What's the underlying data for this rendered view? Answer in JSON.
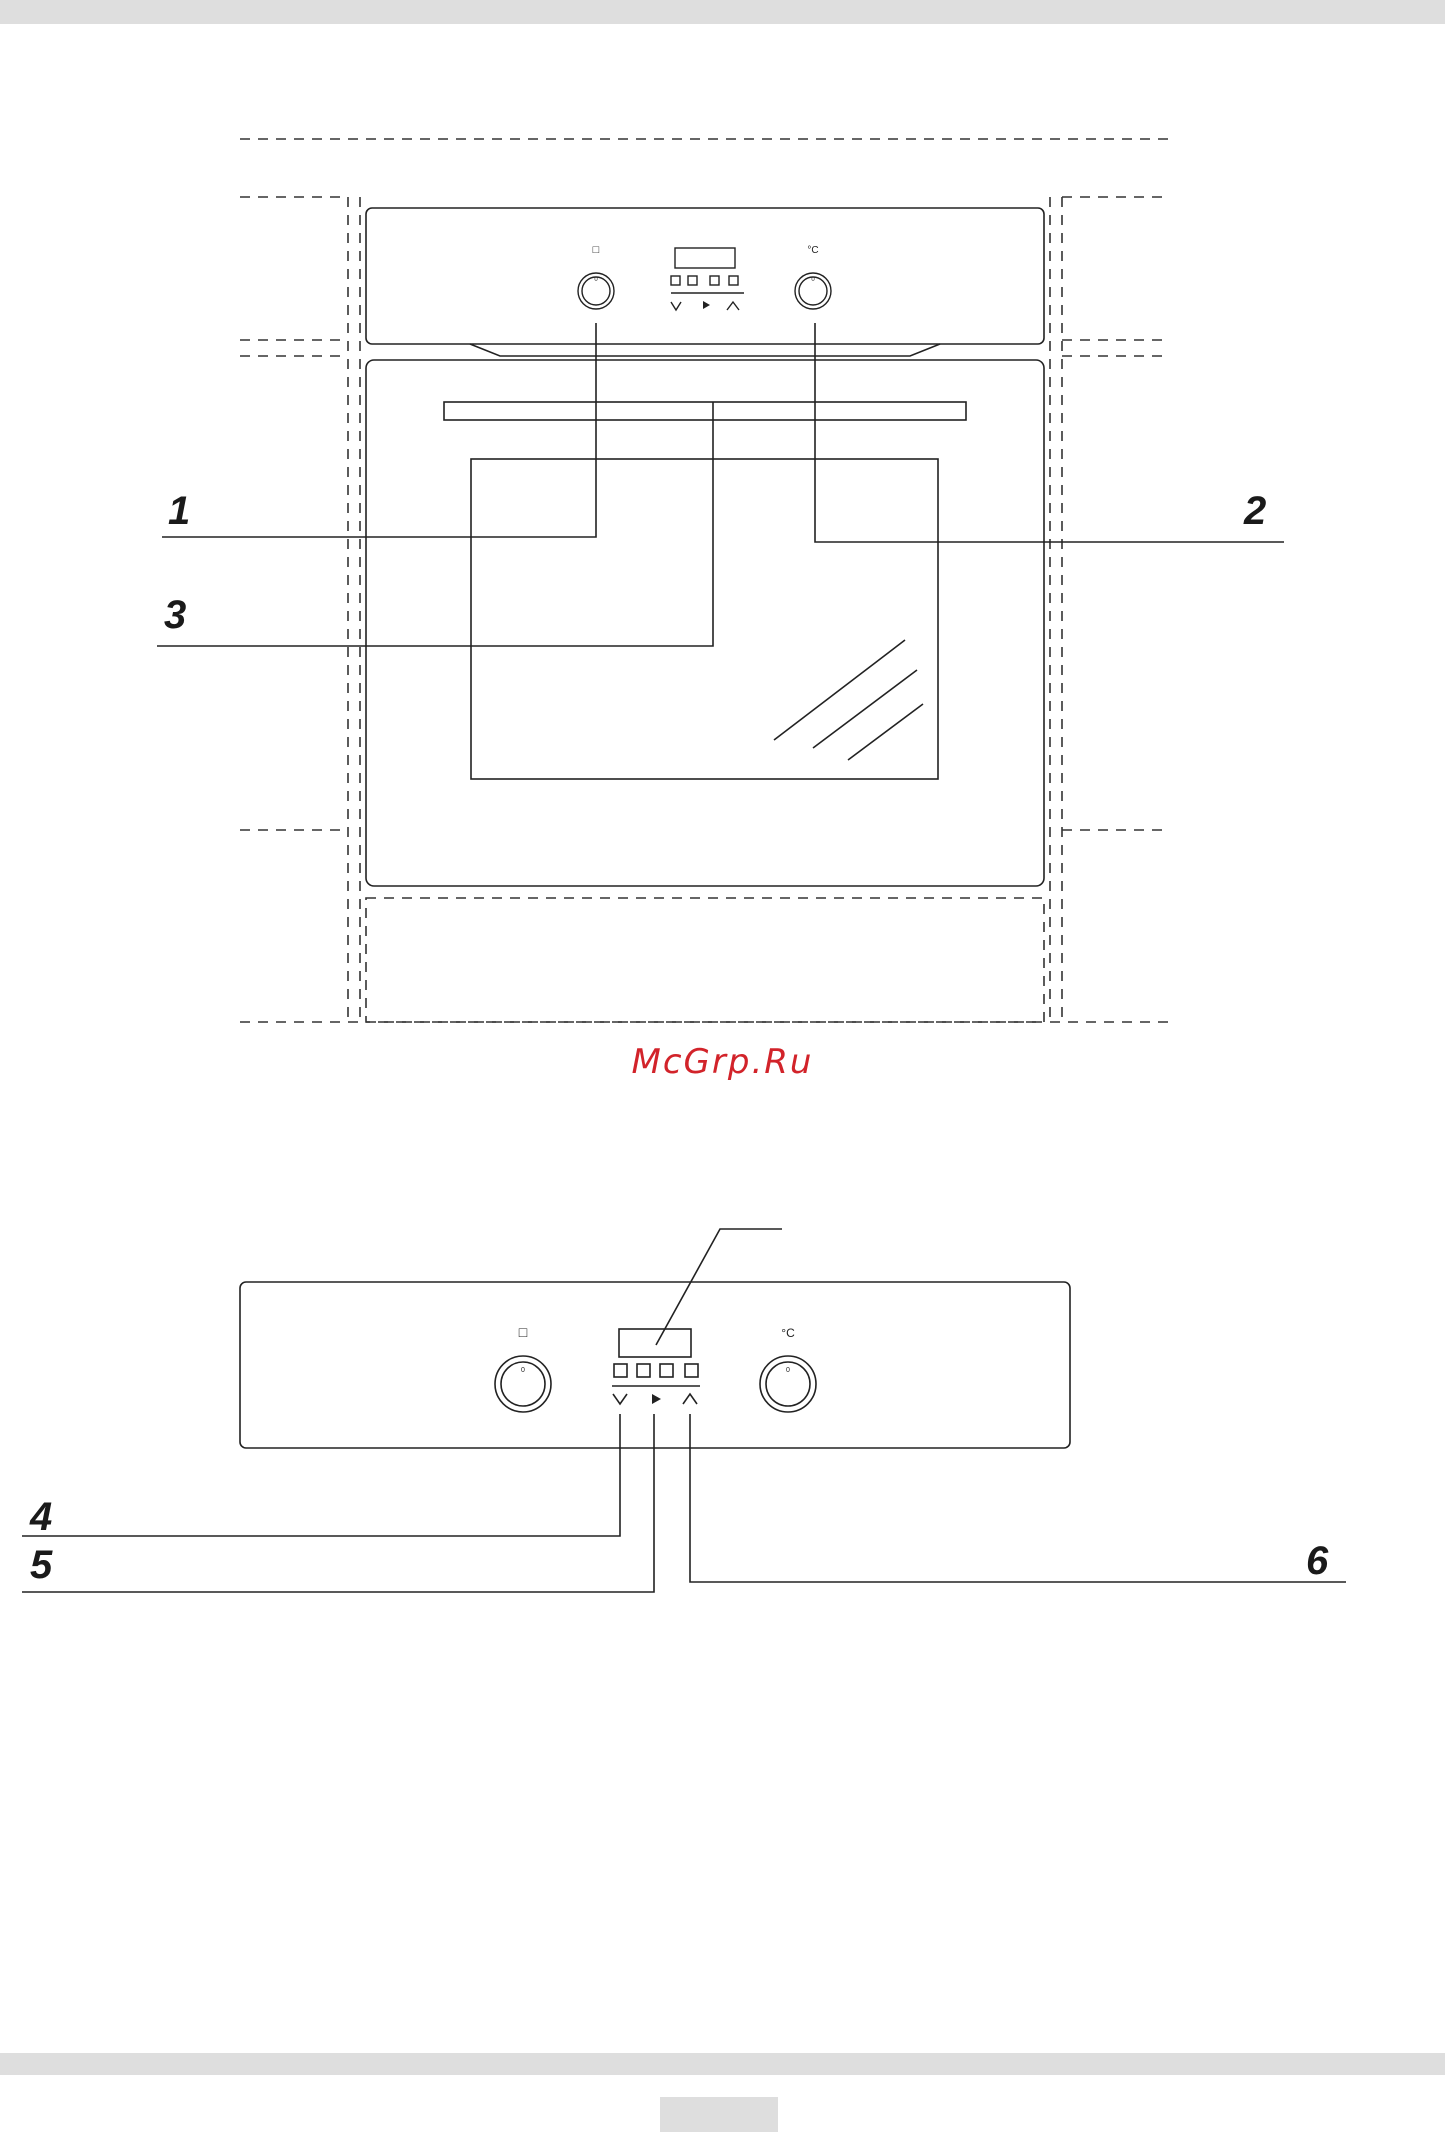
{
  "watermark": "McGrp.Ru",
  "diagram_1": {
    "callouts": [
      "1",
      "2",
      "3"
    ],
    "left_knob_symbol": "□",
    "right_knob_symbol": "°C",
    "knob_marker": "0"
  },
  "diagram_2": {
    "callouts": [
      "4",
      "5",
      "6"
    ],
    "left_knob_symbol": "□",
    "right_knob_symbol": "°C",
    "knob_marker": "0",
    "buttons": [
      "down-arrow",
      "play-arrow",
      "up-arrow"
    ],
    "display_icons": [
      "clock-icon",
      "oven-icon",
      "timer-icon",
      "end-icon"
    ]
  }
}
